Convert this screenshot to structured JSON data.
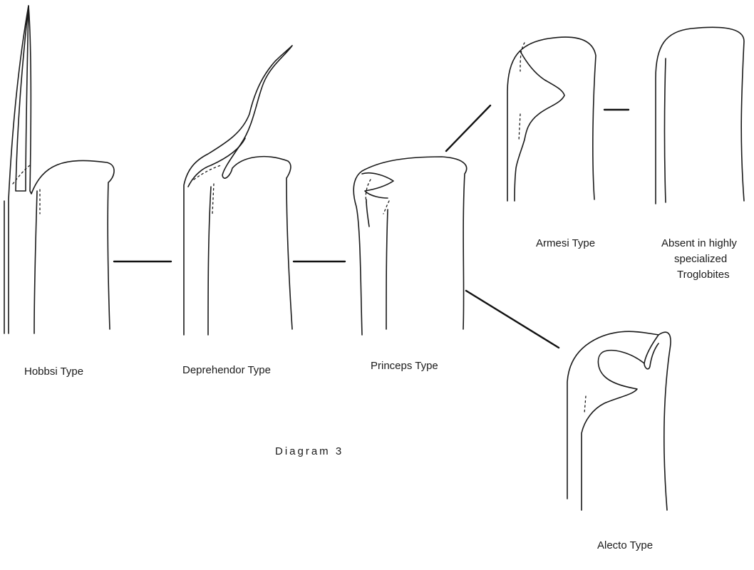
{
  "diagram": {
    "title": "Diagram 3",
    "types": {
      "hobbsi": "Hobbsi Type",
      "deprehendor": "Deprehendor Type",
      "princeps": "Princeps Type",
      "armesi": "Armesi Type",
      "absent": [
        "Absent in highly",
        "specialized",
        "Troglobites"
      ],
      "alecto": "Alecto Type"
    }
  }
}
